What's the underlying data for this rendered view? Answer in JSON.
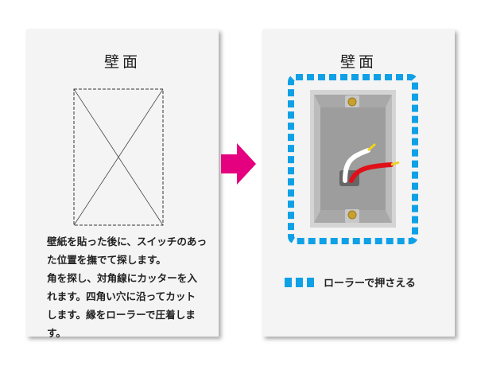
{
  "left_panel": {
    "title": "壁面",
    "description_lines": [
      "壁紙を貼った後に、スイッチのあっ",
      "た位置を撫でて探します。",
      "角を探し、対角線にカッターを入",
      "れます。四角い穴に沿ってカット",
      "します。縁をローラーで圧着しま",
      "す。"
    ]
  },
  "right_panel": {
    "title": "壁面",
    "legend_label": "ローラーで押さえる"
  },
  "colors": {
    "arrow": "#e4007f",
    "roller_dash": "#0fa0e6",
    "wire_red": "#e0101a",
    "wire_white": "#ffffff",
    "wire_core": "#f2d21a"
  }
}
